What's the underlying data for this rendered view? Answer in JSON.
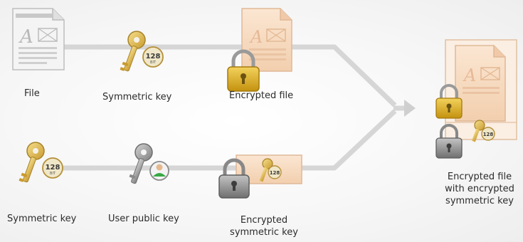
{
  "labels": {
    "file": "File",
    "symmetric_key_top": "Symmetric key",
    "encrypted_file": "Encrypted file",
    "symmetric_key_bottom": "Symmetric key",
    "user_public_key": "User public key",
    "encrypted_symmetric_key_line1": "Encrypted",
    "encrypted_symmetric_key_line2": "symmetric key",
    "result_line1": "Encrypted file",
    "result_line2": "with encrypted",
    "result_line3": "symmetric key"
  },
  "key_badge_text": "128",
  "key_badge_subtext": "BIT",
  "document_letter": "A",
  "colors": {
    "connector": "#d6d6d6",
    "gold": "#e8c45a",
    "gold_dark": "#b08a25",
    "gray_key": "#9a9a9a",
    "peach_doc": "#f6dcc4",
    "lock_gold": "#e3b62d",
    "lock_gray": "#8d8d8d",
    "green_user": "#3aa845"
  },
  "icons": [
    "file-icon",
    "gold-key-icon",
    "padlock-icon",
    "gray-key-icon",
    "user-icon",
    "arrow-icon"
  ]
}
